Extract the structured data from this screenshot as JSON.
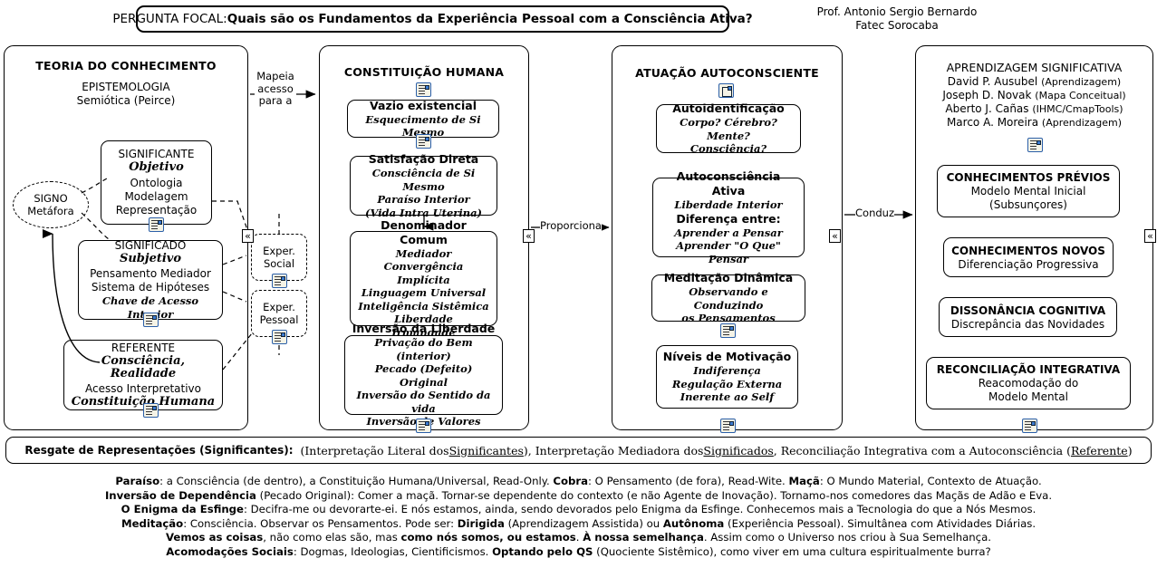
{
  "header": {
    "focal_label": "PERGUNTA FOCAL:",
    "focal_question": "Quais são os Fundamentos da Experiência Pessoal com a Consciência Ativa?",
    "author_line1": "Prof. Antonio Sergio Bernardo",
    "author_line2": "Fatec Sorocaba"
  },
  "columns": {
    "col1": {
      "title": "TEORIA DO CONHECIMENTO",
      "sub1": "EPISTEMOLOGIA",
      "sub2": "Semiótica (Peirce)",
      "signo": {
        "l1": "SIGNO",
        "l2": "Metáfora"
      },
      "significante": {
        "t": "SIGNIFICANTE",
        "it": "Objetivo",
        "l1": "Ontologia",
        "l2": "Modelagem",
        "l3": "Representação"
      },
      "significado": {
        "t": "SIGNIFICADO",
        "it": "Subjetivo",
        "l1": "Pensamento Mediador",
        "l2": "Sistema de Hipóteses",
        "l3": "Chave de Acesso Interior"
      },
      "referente": {
        "t": "REFERENTE",
        "it": "Consciência, Realidade",
        "l1": "Acesso Interpretativo",
        "l2": "Constituição Humana"
      }
    },
    "col2": {
      "title": "CONSTITUIÇÃO HUMANA",
      "vazio": {
        "t": "Vazio existencial",
        "l1": "Esquecimento de Si Mesmo"
      },
      "satisfacao": {
        "t": "Satisfação Direta",
        "l1": "Consciência de Si Mesmo",
        "l2": "Paraíso Interior",
        "l3": "(Vida Intra Uterina)"
      },
      "denominador": {
        "t": "Denominador Comum",
        "l1": "Mediador",
        "l2": "Convergência Implícita",
        "l3": "Linguagem Universal",
        "l4": "Inteligência Sistêmica",
        "l5": "Liberdade",
        "l6": "Irmandade"
      },
      "inversao": {
        "t": "Inversão da Liberdade",
        "l1": "Privação do Bem (interior)",
        "l2": "Pecado (Defeito) Original",
        "l3": "Inversão do Sentido da vida",
        "l4": "Inversão de Valores"
      }
    },
    "col3": {
      "title": "ATUAÇÃO AUTOCONSCIENTE",
      "autoident": {
        "t": "Autoidentificação",
        "l1": "Corpo? Cérebro? Mente?",
        "l2": "Consciência?"
      },
      "autoconsc": {
        "t": "Autoconsciência Ativa",
        "l1": "Liberdade Interior",
        "t2": "Diferença entre:",
        "l2": "Aprender a Pensar",
        "l3": "Aprender \"O Que\" Pensar"
      },
      "meditacao": {
        "t": "Meditação Dinâmica",
        "l1": "Observando e Conduzindo",
        "l2": "os Pensamentos"
      },
      "niveis": {
        "t": "Níveis de Motivação",
        "l1": "Indiferença",
        "l2": "Regulação Externa",
        "l3": "Inerente ao Self"
      }
    },
    "col4": {
      "title": "APRENDIZAGEM SIGNIFICATIVA",
      "authors": [
        {
          "name": "David P. Ausubel",
          "note": "(Aprendizagem)"
        },
        {
          "name": "Joseph D. Novak",
          "note": "(Mapa Conceitual)"
        },
        {
          "name": "Aberto J. Cañas",
          "note": "(IHMC/CmapTools)"
        },
        {
          "name": "Marco A. Moreira",
          "note": "(Aprendizagem)"
        }
      ],
      "previos": {
        "t": "CONHECIMENTOS PRÉVIOS",
        "l1": "Modelo Mental Inicial",
        "l2": "(Subsunçores)"
      },
      "novos": {
        "t": "CONHECIMENTOS NOVOS",
        "l1": "Diferenciação Progressiva"
      },
      "dissonancia": {
        "t": "DISSONÂNCIA COGNITIVA",
        "l1": "Discrepância das Novidades"
      },
      "reconciliacao": {
        "t": "RECONCILIAÇÃO INTEGRATIVA",
        "l1": "Reacomodação do",
        "l2": "Modelo Mental"
      }
    }
  },
  "edges": {
    "mapeia": "Mapeia\nacesso\npara a",
    "mapeia_l1": "Mapeia",
    "mapeia_l2": "acesso",
    "mapeia_l3": "para a",
    "proporciona": "Proporciona",
    "conduz": "Conduz"
  },
  "dashed_nodes": {
    "exper_social_l1": "Exper.",
    "exper_social_l2": "Social",
    "exper_pessoal_l1": "Exper.",
    "exper_pessoal_l2": "Pessoal"
  },
  "resgate": {
    "head": "Resgate de Representações (Significantes):",
    "p1": "(Interpretação Literal dos ",
    "u1": "Significantes",
    "p2": "), Interpretação Mediadora dos ",
    "u2": "Significados",
    "p3": ", Reconciliação Integrativa com a Autoconsciência (",
    "u3": "Referente",
    "p4": ")"
  },
  "notes": [
    [
      {
        "b": "Paraíso"
      },
      {
        "n": ": a Consciência (de dentro), a Constituição Humana/Universal, Read-Only.   "
      },
      {
        "b": "Cobra"
      },
      {
        "n": ": O Pensamento (de fora), Read-Wite.   "
      },
      {
        "b": "Maçã"
      },
      {
        "n": ": O Mundo Material, Contexto de Atuação."
      }
    ],
    [
      {
        "b": "Inversão de Dependência"
      },
      {
        "n": " (Pecado Original): Comer a maçã. Tornar-se dependente do contexto (e não Agente de Inovação). Tornamo-nos comedores das Maçãs de Adão e Eva."
      }
    ],
    [
      {
        "b": "O Enigma da Esfinge"
      },
      {
        "n": ": Decifra-me ou devorarte-ei. E nós estamos, ainda, sendo devorados pelo Enigma da Esfinge. Conhecemos mais a Tecnologia do que a Nós Mesmos."
      }
    ],
    [
      {
        "b": "Meditação"
      },
      {
        "n": ": Consciência. Observar os Pensamentos. Pode ser: "
      },
      {
        "b": "Dirigida"
      },
      {
        "n": " (Aprendizagem Assistida) ou "
      },
      {
        "b": "Autônoma"
      },
      {
        "n": " (Experiência Pessoal). Simultânea com Atividades Diárias."
      }
    ],
    [
      {
        "b": "Vemos as coisas"
      },
      {
        "n": ", não como elas são, mas "
      },
      {
        "b": "como nós somos, ou estamos"
      },
      {
        "n": ". "
      },
      {
        "b": "À nossa semelhança"
      },
      {
        "n": ". Assim como o Universo nos criou à Sua Semelhança."
      }
    ],
    [
      {
        "b": "Acomodações Sociais"
      },
      {
        "n": ": Dogmas, Ideologias, Cientificismos. "
      },
      {
        "b": "Optando pelo QS"
      },
      {
        "n": " (Quociente Sistêmico), como viver em uma cultura espiritualmente burra?"
      }
    ]
  ],
  "icons": {
    "resource": "resource-list-icon",
    "map": "concept-map-icon"
  },
  "chevron": "«"
}
